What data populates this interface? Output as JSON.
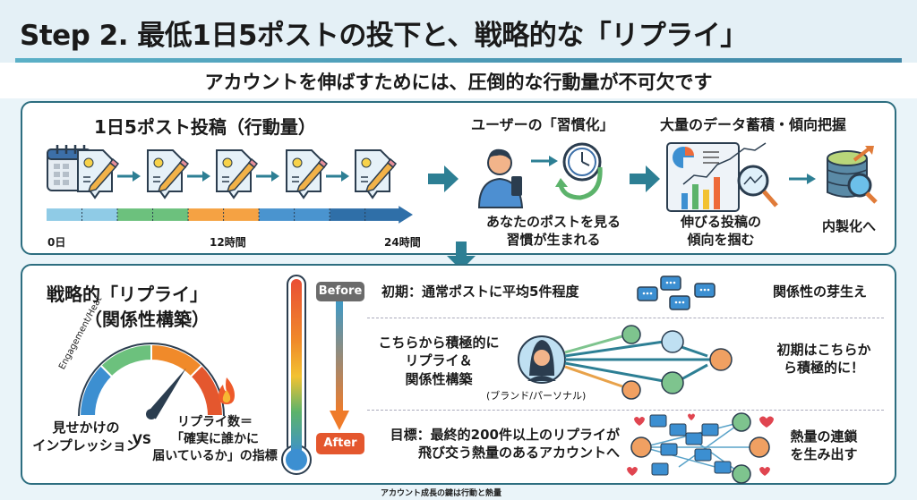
{
  "header": {
    "title": "Step 2. 最低1日5ポストの投下と、戦略的な「リプライ」",
    "subtitle": "アカウントを伸ばすためには、圧倒的な行動量が不可欠です"
  },
  "top_panel": {
    "posting": {
      "title": "1日5ポスト投稿（行動量）",
      "post_count": 5,
      "timeline_labels": [
        "0日",
        "12時間",
        "24時間"
      ],
      "timeline_colors": [
        "#8fcbe6",
        "#6cc17d",
        "#f5a243",
        "#4a94cf",
        "#2f6fa8"
      ]
    },
    "habit": {
      "title": "ユーザーの「習慣化」",
      "caption_line1": "あなたのポストを見る",
      "caption_line2": "習慣が生まれる"
    },
    "data": {
      "title": "大量のデータ蓄積・傾向把握",
      "caption_line1": "伸びる投稿の",
      "caption_line2": "傾向を掴む",
      "internalize": "内製化へ"
    }
  },
  "bottom_panel": {
    "reply": {
      "title_line1": "戦略的「リプライ」",
      "title_line2": "（関係性構築）",
      "gauge_label": "Engagement/Heat",
      "gauge_level": 0.7,
      "left_caption_line1": "見せかけの",
      "left_caption_line2": "インプレッション",
      "vs": "VS",
      "right_caption_line1": "リプライ数＝",
      "right_caption_line2": "「確実に誰かに",
      "right_caption_line3": "届いているか」の指標"
    },
    "badges": {
      "before": "Before",
      "after": "After"
    },
    "rows": [
      {
        "text": "初期：通常ポストに平均5件程度",
        "result": "関係性の芽生え"
      },
      {
        "text_line1": "こちらから積極的に",
        "text_line2": "リプライ＆",
        "text_line3": "関係性構築",
        "sub": "(ブランド/パーソナル)",
        "result_line1": "初期はこちらか",
        "result_line2": "ら積極的に！"
      },
      {
        "text_line1": "目標：最終的200件以上のリプライが",
        "text_line2": "飛び交う熱量のあるアカウントへ",
        "result_line1": "熱量の連鎖",
        "result_line2": "を生み出す"
      }
    ]
  },
  "footer": "アカウント成長の鍵は行動と熱量",
  "colors": {
    "accent": "#2d6e80",
    "arrow": "#2d7f94",
    "before_badge": "#6b6b6b",
    "after_badge": "#e4572e"
  }
}
